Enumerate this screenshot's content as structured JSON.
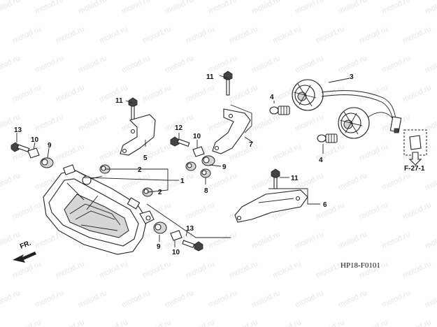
{
  "watermark": "motod.ru",
  "diagram_code": "HP18-F0101",
  "front_marker": "FR.",
  "ref_label": "F-27-1",
  "labels": {
    "l1": "1",
    "l2a": "2",
    "l2b": "2",
    "l3": "3",
    "l4a": "4",
    "l4b": "4",
    "l5": "5",
    "l6": "6",
    "l7": "7",
    "l8": "8",
    "l9a": "9",
    "l9b": "9",
    "l9c": "9",
    "l10a": "10",
    "l10b": "10",
    "l10c": "10",
    "l11a": "11",
    "l11b": "11",
    "l11c": "11",
    "l12": "12",
    "l13a": "13",
    "l13b": "13"
  }
}
